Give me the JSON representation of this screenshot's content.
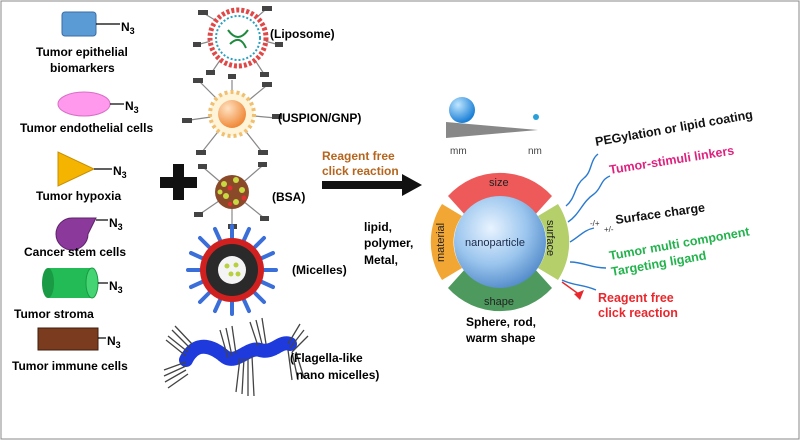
{
  "targets": [
    {
      "label": "Tumor epithelial",
      "label2": "biomarkers",
      "azide": "N",
      "sub": "3",
      "color": "#5b9bd5"
    },
    {
      "label": "Tumor endothelial cells",
      "azide": "N",
      "sub": "3",
      "color": "#ff99ee"
    },
    {
      "label": "Tumor hypoxia",
      "azide": "N",
      "sub": "3",
      "color": "#f5b400"
    },
    {
      "label": "Cancer stem cells",
      "azide": "N",
      "sub": "3",
      "color": "#8b3a9c"
    },
    {
      "label": "Tumor stroma",
      "azide": "N",
      "sub": "3",
      "color": "#22bb55"
    },
    {
      "label": "Tumor immune cells",
      "azide": "N",
      "sub": "3",
      "color": "#7a3b1e"
    }
  ],
  "carriers": [
    {
      "label": "(Liposome)"
    },
    {
      "label": "(USPION/GNP)"
    },
    {
      "label": "(BSA)"
    },
    {
      "label": "(Micelles)"
    },
    {
      "label": "(Flagella-like",
      "label2": "nano micelles)"
    }
  ],
  "reaction": {
    "line1": "Reagent free",
    "line2": "click reaction",
    "color": "#b5651d"
  },
  "materials": {
    "line1": "lipid,",
    "line2": "polymer,",
    "line3": "Metal,"
  },
  "scale": {
    "left": "mm",
    "right": "nm"
  },
  "nanoparticle": {
    "center": "nanoparticle",
    "size": "size",
    "surface": "surface",
    "shape": "shape",
    "material": "material",
    "shape_caption1": "Sphere, rod,",
    "shape_caption2": "warm shape",
    "colors": {
      "size": "#ee5a5a",
      "surface": "#b5cf6b",
      "shape": "#4e9a5e",
      "material": "#f2a633"
    }
  },
  "features": [
    {
      "label": "PEGylation  or lipid coating",
      "color": "#111111"
    },
    {
      "label": "Tumor-stimuli linkers",
      "color": "#e0207e"
    },
    {
      "label": "Surface charge",
      "color": "#111111"
    },
    {
      "label": "Tumor multi component",
      "color": "#22b34c"
    },
    {
      "label": "Targeting ligand",
      "color": "#22b34c"
    },
    {
      "label": "Reagent free",
      "color": "#e8282d"
    },
    {
      "label": "click reaction",
      "color": "#e8282d"
    }
  ],
  "charges": {
    "neg": "-/+",
    "pos": "+/-"
  }
}
